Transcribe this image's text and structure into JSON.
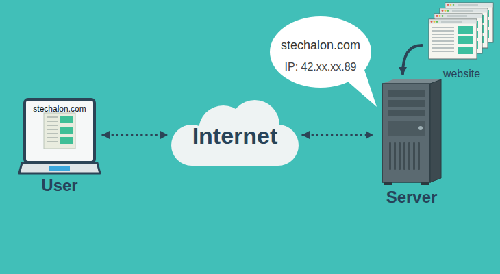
{
  "diagram": {
    "nodes": [
      {
        "text": [
          "stechalon.com",
          "User"
        ]
      },
      {
        "text": [
          "Internet"
        ]
      },
      {
        "text": [
          "stechalon.com",
          "IP: 42.xx.xx.89"
        ]
      },
      {
        "text": [
          "Server"
        ]
      },
      {
        "text": [
          "website"
        ]
      }
    ],
    "edges": [
      {
        "from": 0,
        "to": 1,
        "arrow": "both"
      },
      {
        "from": 1,
        "to": 3,
        "arrow": "both"
      },
      {
        "from": 4,
        "to": 3,
        "arrow": "to"
      }
    ]
  }
}
